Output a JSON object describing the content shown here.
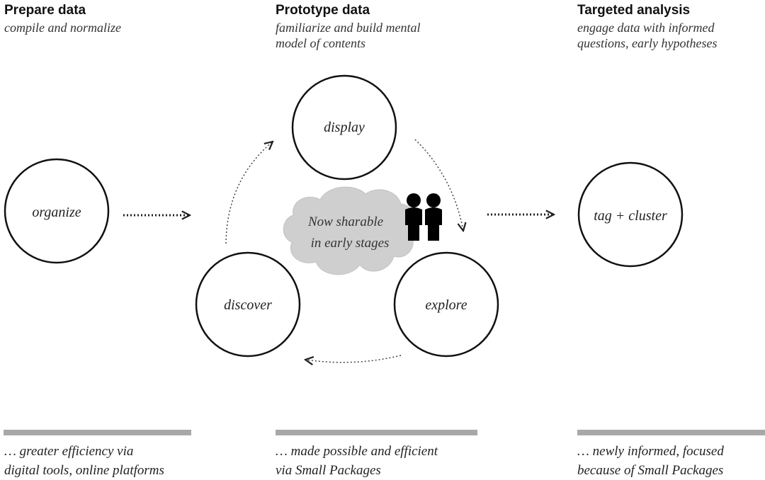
{
  "columns": [
    {
      "heading": "Prepare data",
      "subtitle": "compile and normalize",
      "footer_line1": "… greater efficiency via",
      "footer_line2": "digital tools, online platforms"
    },
    {
      "heading": "Prototype data",
      "subtitle_line1": "familiarize and build mental",
      "subtitle_line2": "model of contents",
      "footer_line1": "… made possible and efficient",
      "footer_line2": "via Small Packages"
    },
    {
      "heading": "Targeted analysis",
      "subtitle_line1": "engage data with informed",
      "subtitle_line2": "questions, early hypotheses",
      "footer_line1": "… newly informed, focused",
      "footer_line2": "because of Small Packages"
    }
  ],
  "nodes": {
    "organize": "organize",
    "display": "display",
    "discover": "discover",
    "explore": "explore",
    "tag_cluster": "tag + cluster"
  },
  "cloud": {
    "line1": "Now sharable",
    "line2": "in early stages"
  },
  "icons": [
    "people-icon"
  ],
  "colors": {
    "circle_stroke": "#111111",
    "cloud_fill": "#cfcfcf",
    "bar": "#a8a8a8"
  }
}
